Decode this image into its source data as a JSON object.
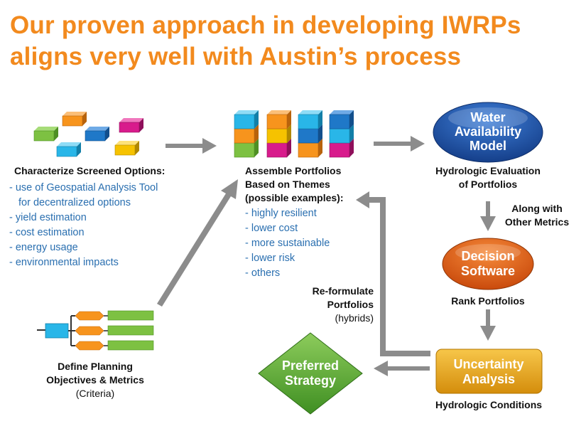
{
  "title": {
    "line1": "Our proven approach in developing IWRPs",
    "line2": "aligns very well with Austin’s process"
  },
  "characterize": {
    "heading": "Characterize Screened Options:",
    "items": [
      "- use of Geospatial Analysis Tool",
      "  for decentralized options",
      "- yield estimation",
      "- cost estimation",
      "- energy usage",
      "- environmental impacts"
    ]
  },
  "assemble": {
    "heading1": "Assemble Portfolios",
    "heading2": "Based on Themes",
    "heading3": "(possible examples):",
    "items": [
      "- highly resilient",
      "- lower cost",
      "- more sustainable",
      "- lower risk",
      "- others"
    ]
  },
  "define": {
    "line1": "Define Planning",
    "line2": "Objectives & Metrics",
    "line3": "(Criteria)"
  },
  "wam": {
    "node_line1": "Water",
    "node_line2": "Availability",
    "node_line3": "Model",
    "caption1": "Hydrologic Evaluation",
    "caption2": "of Portfolios"
  },
  "along": {
    "line1": "Along with",
    "line2": "Other Metrics"
  },
  "decision": {
    "node_line1": "Decision",
    "node_line2": "Software",
    "caption": "Rank Portfolios"
  },
  "uncertainty": {
    "node_line1": "Uncertainty",
    "node_line2": "Analysis",
    "caption": "Hydrologic Conditions"
  },
  "reformulate": {
    "line1": "Re-formulate",
    "line2": "Portfolios",
    "line3": "(hybrids)"
  },
  "preferred": {
    "line1": "Preferred",
    "line2": "Strategy"
  },
  "colors": {
    "title": "#f28a1e",
    "list_text": "#2a6fb0",
    "arrow": "#8c8c8c",
    "cube_green": "#7dc142",
    "cube_orange": "#f7941d",
    "cube_blue": "#1f78c8",
    "cube_cyan": "#29b6e8",
    "cube_magenta": "#d81b8c",
    "cube_yellow": "#f6c200",
    "wam_node": "#1c4fa3",
    "decision_node": "#e8611a",
    "uncertainty_node": "#eda41a",
    "preferred_node": "#5aa637"
  }
}
